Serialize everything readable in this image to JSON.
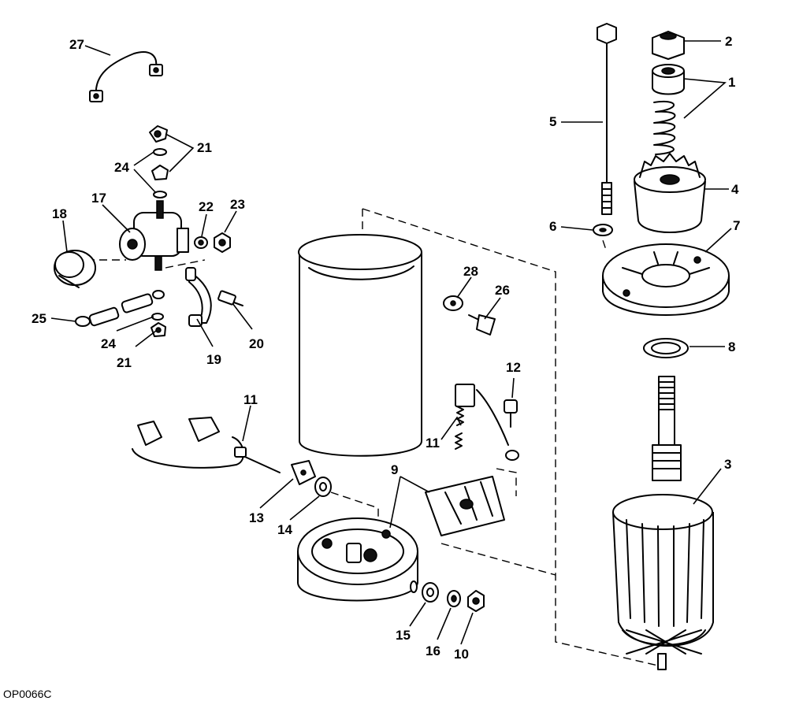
{
  "figure_code": "OP0066C",
  "callouts": [
    {
      "id": "c27",
      "text": "27"
    },
    {
      "id": "c2",
      "text": "2"
    },
    {
      "id": "c1",
      "text": "1"
    },
    {
      "id": "c21a",
      "text": "21"
    },
    {
      "id": "c24a",
      "text": "24"
    },
    {
      "id": "c5",
      "text": "5"
    },
    {
      "id": "c4",
      "text": "4"
    },
    {
      "id": "c18",
      "text": "18"
    },
    {
      "id": "c17",
      "text": "17"
    },
    {
      "id": "c22",
      "text": "22"
    },
    {
      "id": "c23",
      "text": "23"
    },
    {
      "id": "c6",
      "text": "6"
    },
    {
      "id": "c7",
      "text": "7"
    },
    {
      "id": "c28",
      "text": "28"
    },
    {
      "id": "c26",
      "text": "26"
    },
    {
      "id": "c25",
      "text": "25"
    },
    {
      "id": "c24b",
      "text": "24"
    },
    {
      "id": "c21b",
      "text": "21"
    },
    {
      "id": "c19",
      "text": "19"
    },
    {
      "id": "c20",
      "text": "20"
    },
    {
      "id": "c8",
      "text": "8"
    },
    {
      "id": "c12",
      "text": "12"
    },
    {
      "id": "c11a",
      "text": "11"
    },
    {
      "id": "c11b",
      "text": "11"
    },
    {
      "id": "c3",
      "text": "3"
    },
    {
      "id": "c9",
      "text": "9"
    },
    {
      "id": "c13",
      "text": "13"
    },
    {
      "id": "c14",
      "text": "14"
    },
    {
      "id": "c15",
      "text": "15"
    },
    {
      "id": "c16",
      "text": "16"
    },
    {
      "id": "c10",
      "text": "10"
    }
  ]
}
